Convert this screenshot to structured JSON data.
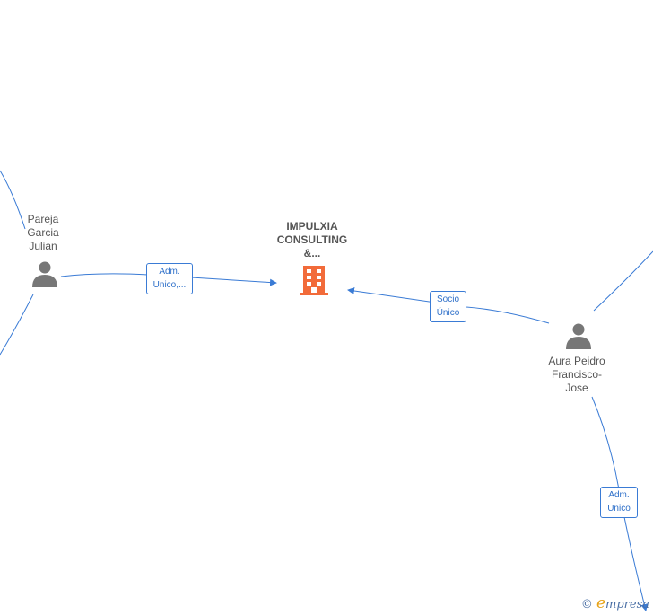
{
  "nodes": {
    "pareja": {
      "label": "Pareja\nGarcia\nJulian",
      "icon": "person-icon"
    },
    "company": {
      "label": "IMPULXIA\nCONSULTING\n&...",
      "icon": "building-icon"
    },
    "aura": {
      "label": "Aura Peidro\nFrancisco-\nJose",
      "icon": "person-icon"
    }
  },
  "edges": {
    "pareja_company": {
      "label": "Adm.\nUnico,..."
    },
    "aura_company": {
      "label": "Socio\nÚnico"
    },
    "aura_out": {
      "label": "Adm.\nUnico"
    }
  },
  "colors": {
    "edge": "#3a7bd5",
    "person": "#777777",
    "company": "#f26b3a"
  },
  "watermark": {
    "copyright": "©",
    "brand_initial": "e",
    "brand_rest": "mpresa"
  }
}
